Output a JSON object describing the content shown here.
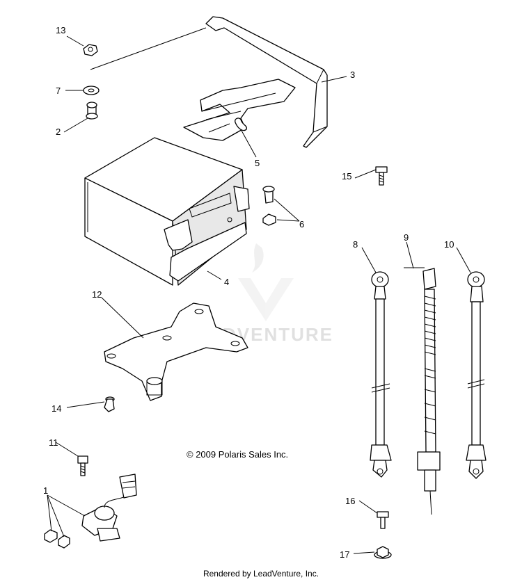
{
  "callouts": [
    {
      "id": "13",
      "label": "13"
    },
    {
      "id": "7",
      "label": "7"
    },
    {
      "id": "2",
      "label": "2"
    },
    {
      "id": "3",
      "label": "3"
    },
    {
      "id": "5",
      "label": "5"
    },
    {
      "id": "4",
      "label": "4"
    },
    {
      "id": "6",
      "label": "6"
    },
    {
      "id": "15",
      "label": "15"
    },
    {
      "id": "8",
      "label": "8"
    },
    {
      "id": "9",
      "label": "9"
    },
    {
      "id": "10",
      "label": "10"
    },
    {
      "id": "12",
      "label": "12"
    },
    {
      "id": "14",
      "label": "14"
    },
    {
      "id": "11",
      "label": "11"
    },
    {
      "id": "1",
      "label": "1"
    },
    {
      "id": "16",
      "label": "16"
    },
    {
      "id": "17",
      "label": "17"
    }
  ],
  "copyright": "© 2009 Polaris Sales Inc.",
  "footer": "Rendered by LeadVenture, Inc.",
  "watermark": "LEADVENTURE"
}
